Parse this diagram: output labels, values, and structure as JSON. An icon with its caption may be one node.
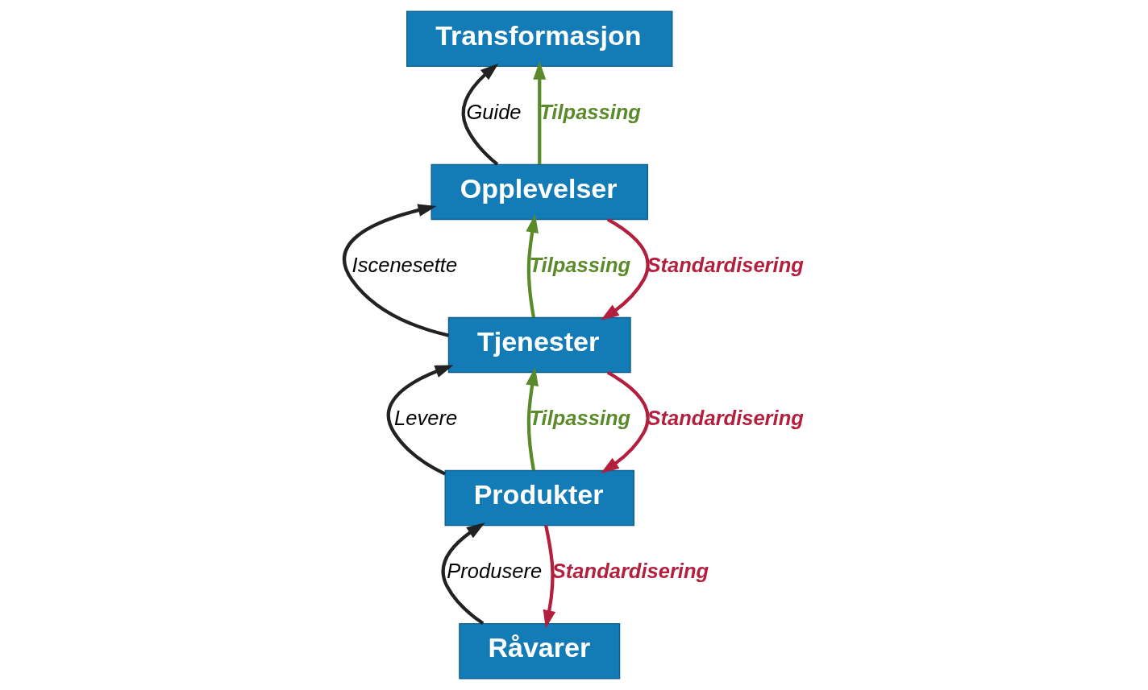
{
  "diagram": {
    "nodes": [
      {
        "text": [
          "Råvarer"
        ]
      },
      {
        "text": [
          "Produkter"
        ]
      },
      {
        "text": [
          "Tjenester"
        ]
      },
      {
        "text": [
          "Opplevelser"
        ]
      },
      {
        "text": [
          "Transformasjon"
        ]
      }
    ],
    "edges": [
      {
        "from": 0,
        "to": 1,
        "arrow": "to",
        "label": "Produsere"
      },
      {
        "from": 1,
        "to": 2,
        "arrow": "to",
        "label": "Levere"
      },
      {
        "from": 2,
        "to": 3,
        "arrow": "to",
        "label": "Iscenesette"
      },
      {
        "from": 3,
        "to": 4,
        "arrow": "to",
        "label": "Guide"
      },
      {
        "from": 1,
        "to": 2,
        "arrow": "to",
        "label": "Tilpassing",
        "color": "#5b8a2a"
      },
      {
        "from": 2,
        "to": 3,
        "arrow": "to",
        "label": "Tilpassing",
        "color": "#5b8a2a"
      },
      {
        "from": 3,
        "to": 4,
        "arrow": "to",
        "label": "Tilpassing",
        "color": "#5b8a2a"
      },
      {
        "from": 1,
        "to": 0,
        "arrow": "to",
        "label": "Standardisering",
        "color": "#b3203e"
      },
      {
        "from": 2,
        "to": 1,
        "arrow": "to",
        "label": "Standardisering",
        "color": "#b3203e"
      },
      {
        "from": 3,
        "to": 2,
        "arrow": "to",
        "label": "Standardisering",
        "color": "#b3203e"
      }
    ]
  }
}
